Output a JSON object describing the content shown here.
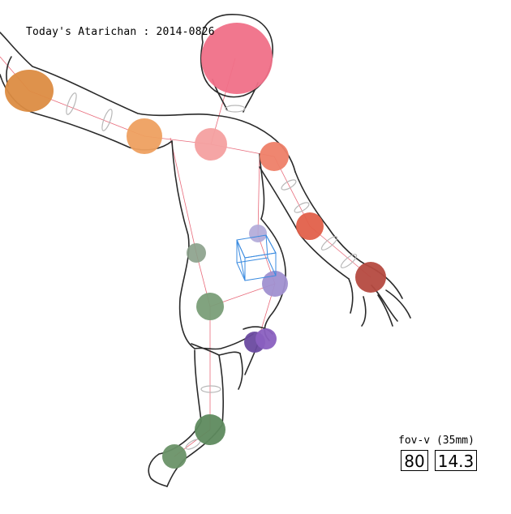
{
  "title": "Today's Atarichan : 2014-0826",
  "fov": {
    "label": "fov-v (35mm)",
    "value": "80",
    "focal": "14.3"
  },
  "colors": {
    "outline": "#2a2a2a",
    "skeleton": "#e86a7a",
    "gizmo": "#3a8be0",
    "head": "#f07088",
    "arm_right": "#e09448",
    "arm_left": "#e2604a",
    "hand_left": "#b54a40",
    "torso": "#f4a0a0",
    "hip": "#b0a0d8",
    "leg": "#6f9a70",
    "knee_back": "#7a55b0"
  },
  "icons": [
    "transform-cube-icon"
  ]
}
